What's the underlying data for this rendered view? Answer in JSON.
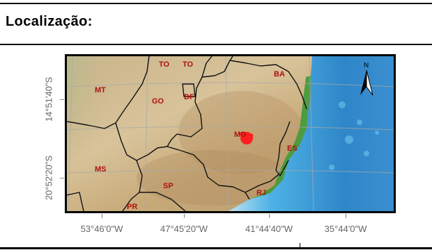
{
  "header": {
    "title": "Localização:"
  },
  "map": {
    "longitude_labels": [
      "53°46'0\"W",
      "47°45'20\"W",
      "41°44'40\"W",
      "35°44'0\"W"
    ],
    "latitude_labels": [
      "14°51'40\"S",
      "20°52'20\"S"
    ],
    "north_arrow_label": "N",
    "state_labels": [
      "TO",
      "TO",
      "BA",
      "MT",
      "GO",
      "DF",
      "MG",
      "ES",
      "MS",
      "SP",
      "RJ",
      "PR"
    ],
    "marker_color": "#ff1f1f",
    "label_color": "#b01010"
  }
}
